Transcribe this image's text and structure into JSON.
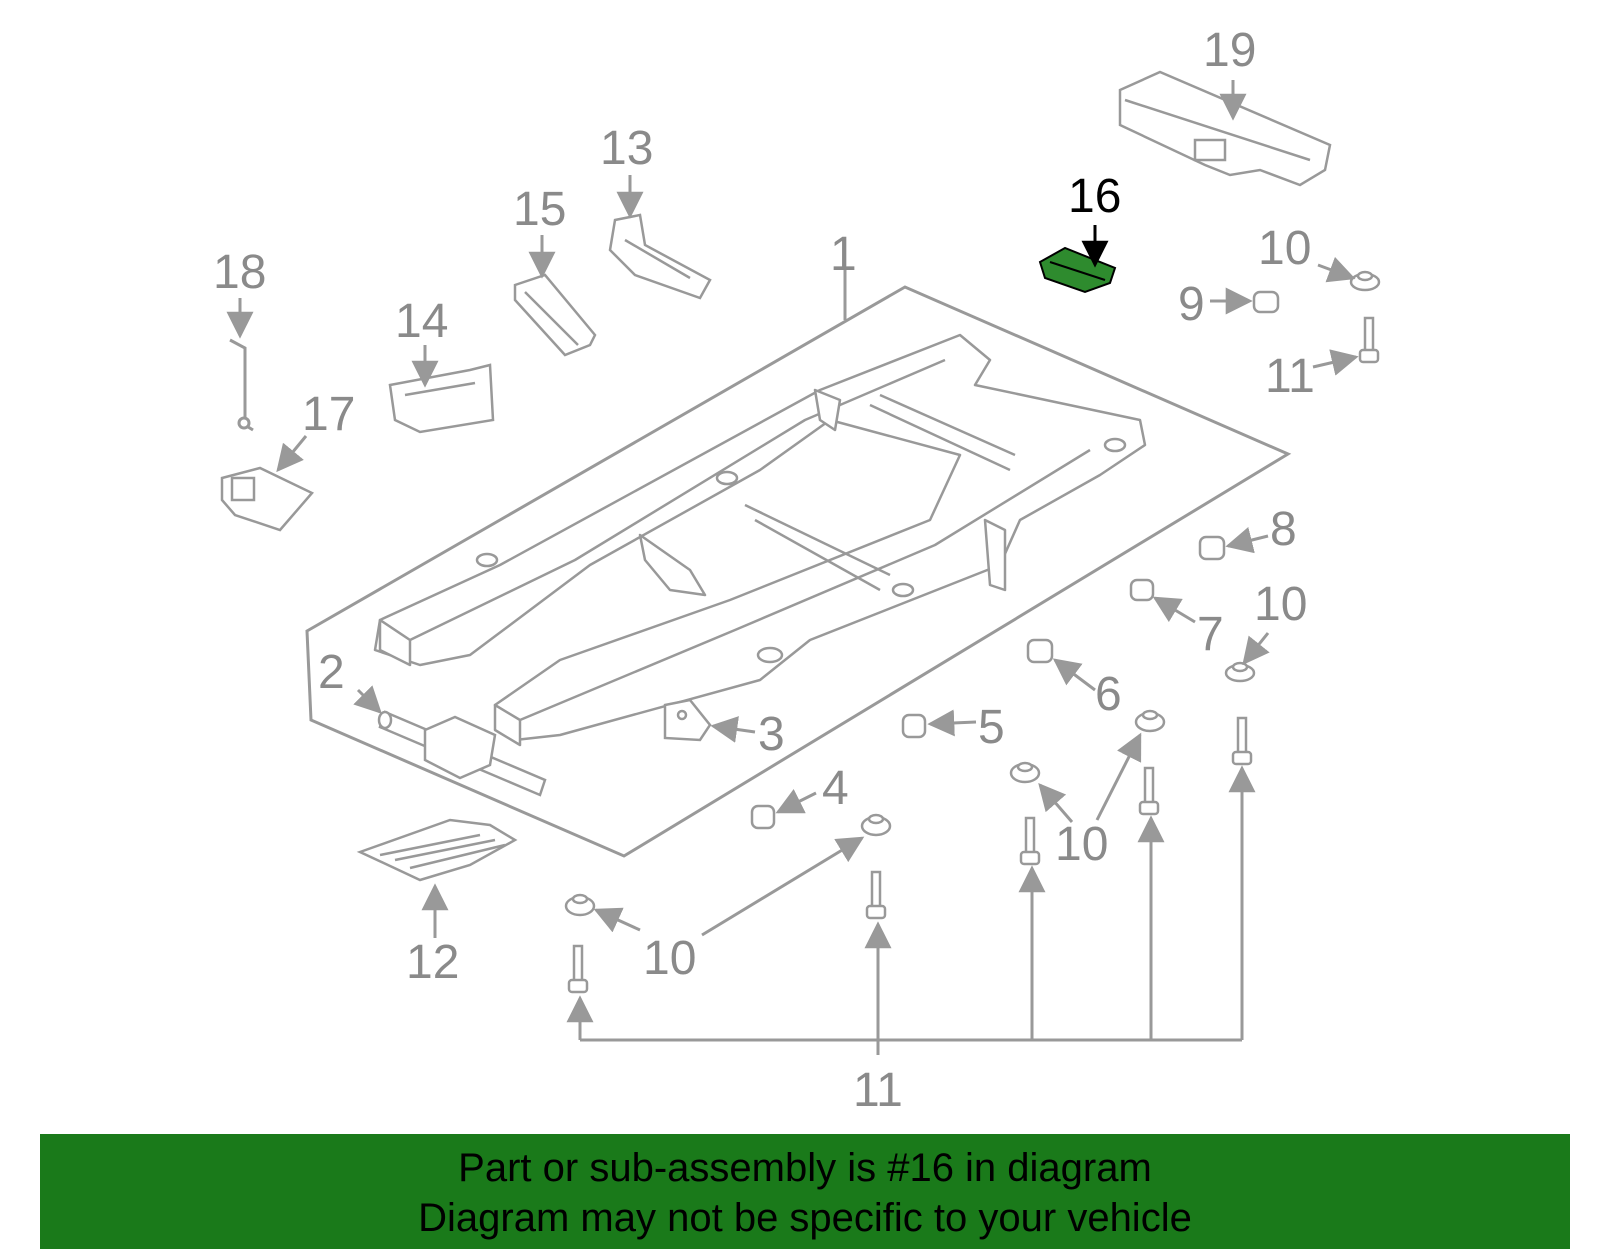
{
  "diagram": {
    "highlight_color": "#2e8b2e",
    "line_color": "#999999",
    "label_color": "#8a8a8a",
    "highlight_label_color": "#000000",
    "callouts": {
      "c1": "1",
      "c2": "2",
      "c3": "3",
      "c4": "4",
      "c5": "5",
      "c6": "6",
      "c7": "7",
      "c8": "8",
      "c9": "9",
      "c10a": "10",
      "c10b": "10",
      "c10c": "10",
      "c10d": "10",
      "c11a": "11",
      "c11b": "11",
      "c12": "12",
      "c13": "13",
      "c14": "14",
      "c15": "15",
      "c16": "16",
      "c17": "17",
      "c18": "18",
      "c19": "19"
    }
  },
  "banner": {
    "line1": "Part or sub-assembly is #16 in diagram",
    "line2": "Diagram may not be specific to your vehicle",
    "color": "#1a7a1a"
  }
}
